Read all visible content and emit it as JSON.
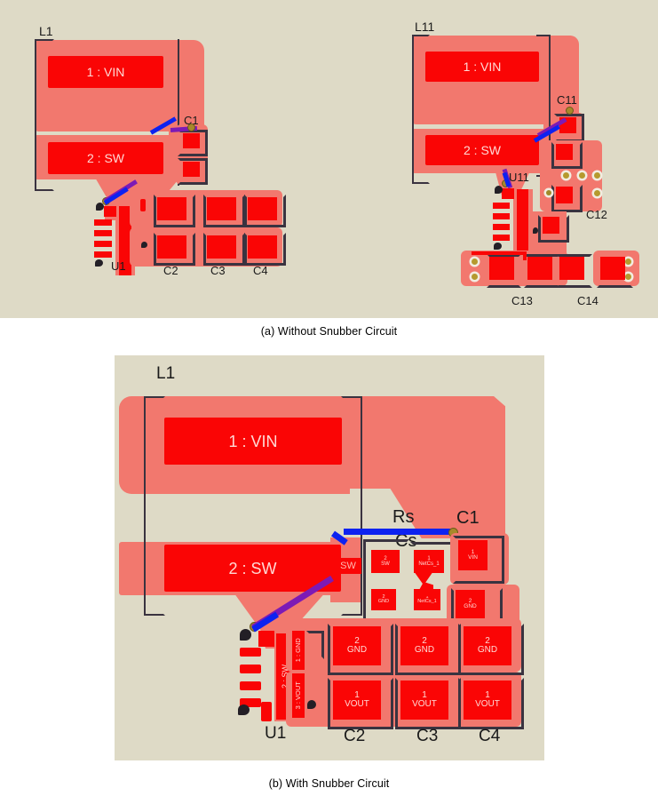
{
  "figure": {
    "caption_a": "(a) Without Snubber Circuit",
    "caption_b": "(b) With Snubber Circuit",
    "colors": {
      "background_board": "#dedac6",
      "copper_light": "#f2786e",
      "pad_red": "#fa0505",
      "silk_dark": "#3a3340",
      "trace_blue": "#0d22f0",
      "trace_purple": "#7d1ab5",
      "via_gold": "#b59a2e",
      "page_white": "#ffffff"
    }
  },
  "panel_a": {
    "left_layout": {
      "inductor": {
        "ref": "L1",
        "pads": [
          {
            "label": "1 : VIN"
          },
          {
            "label": "2 : SW"
          }
        ]
      },
      "components": [
        {
          "ref": "C1"
        },
        {
          "ref": "U1"
        },
        {
          "ref": "C2"
        },
        {
          "ref": "C3"
        },
        {
          "ref": "C4"
        }
      ]
    },
    "right_layout": {
      "inductor": {
        "ref": "L11",
        "pads": [
          {
            "label": "1 : VIN"
          },
          {
            "label": "2 : SW"
          }
        ]
      },
      "components": [
        {
          "ref": "C11"
        },
        {
          "ref": "U11"
        },
        {
          "ref": "C12"
        },
        {
          "ref": "C13"
        },
        {
          "ref": "C14"
        }
      ]
    }
  },
  "panel_b": {
    "inductor": {
      "ref": "L1",
      "pads": [
        {
          "label": "1 : VIN"
        },
        {
          "label": "2 : SW"
        }
      ]
    },
    "snubber": {
      "resistor_ref": "Rs",
      "capacitor_ref": "Cs",
      "resistor_pads": [
        {
          "number": "2",
          "net": "SW"
        },
        {
          "number": "1",
          "net": "NetCs_1"
        }
      ],
      "capacitor_pads": [
        {
          "number": "2",
          "net": "GND"
        },
        {
          "number": "1",
          "net": "NetCs_1"
        }
      ]
    },
    "input_cap": {
      "ref": "C1",
      "pads": [
        {
          "number": "1",
          "net": "VIN"
        },
        {
          "number": "2",
          "net": "GND"
        }
      ]
    },
    "regulator": {
      "ref": "U1",
      "pads": [
        {
          "label": "2 : SW"
        },
        {
          "label": "1 : GND"
        },
        {
          "label": "3 : VOUT"
        }
      ]
    },
    "output_caps": [
      {
        "ref": "C2",
        "pads": [
          {
            "number": "2",
            "net": "GND"
          },
          {
            "number": "1",
            "net": "VOUT"
          }
        ]
      },
      {
        "ref": "C3",
        "pads": [
          {
            "number": "2",
            "net": "GND"
          },
          {
            "number": "1",
            "net": "VOUT"
          }
        ]
      },
      {
        "ref": "C4",
        "pads": [
          {
            "number": "2",
            "net": "GND"
          },
          {
            "number": "1",
            "net": "VOUT"
          }
        ]
      }
    ]
  }
}
